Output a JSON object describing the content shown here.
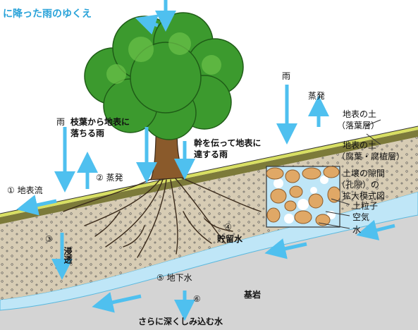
{
  "title": "に降った雨のゆくえ",
  "labels": {
    "rain_left": "雨",
    "rain_mid": "雨",
    "branch_rain_line1": "枝葉から地表に",
    "branch_rain_line2": "落ちる雨",
    "trunk_rain_line1": "幹を伝って地表に",
    "trunk_rain_line2": "達する雨",
    "evap_top": "蒸発",
    "evap_2": "② 蒸発",
    "surface_runoff": "① 地表流",
    "infiltration_num": "③",
    "infiltration": "浸透",
    "storage": "④ 貯留水",
    "storage_num": "④",
    "storage_text": "貯留水",
    "groundwater": "⑤ 地下水",
    "deeper_num": "⑥",
    "deeper": "さらに深くしみ込む水",
    "bedrock": "基岩"
  },
  "legend": {
    "topsoil_litter_line1": "地表の土",
    "topsoil_litter_line2": "（落葉層）",
    "topsoil_humus_line1": "地表の土",
    "topsoil_humus_line2": "（腐葉・腐植層）",
    "pores_line1": "土壌の隙間",
    "pores_line2": "（孔隙）の",
    "pores_line3": "拡大模式図",
    "soil_particle": "土粒子",
    "air": "空気",
    "water": "水"
  },
  "colors": {
    "arrow": "#4fc0ef",
    "title": "#2aa3d9",
    "litter": "#d8df63",
    "humus": "#7c7a3a",
    "soil": "#d7ccb4",
    "groundwater": "#bfe6f7",
    "bedrock": "#d4d4d4",
    "foliage": "#3c9a2e",
    "trunk": "#8a5a2b",
    "particle": "#e0a866"
  }
}
